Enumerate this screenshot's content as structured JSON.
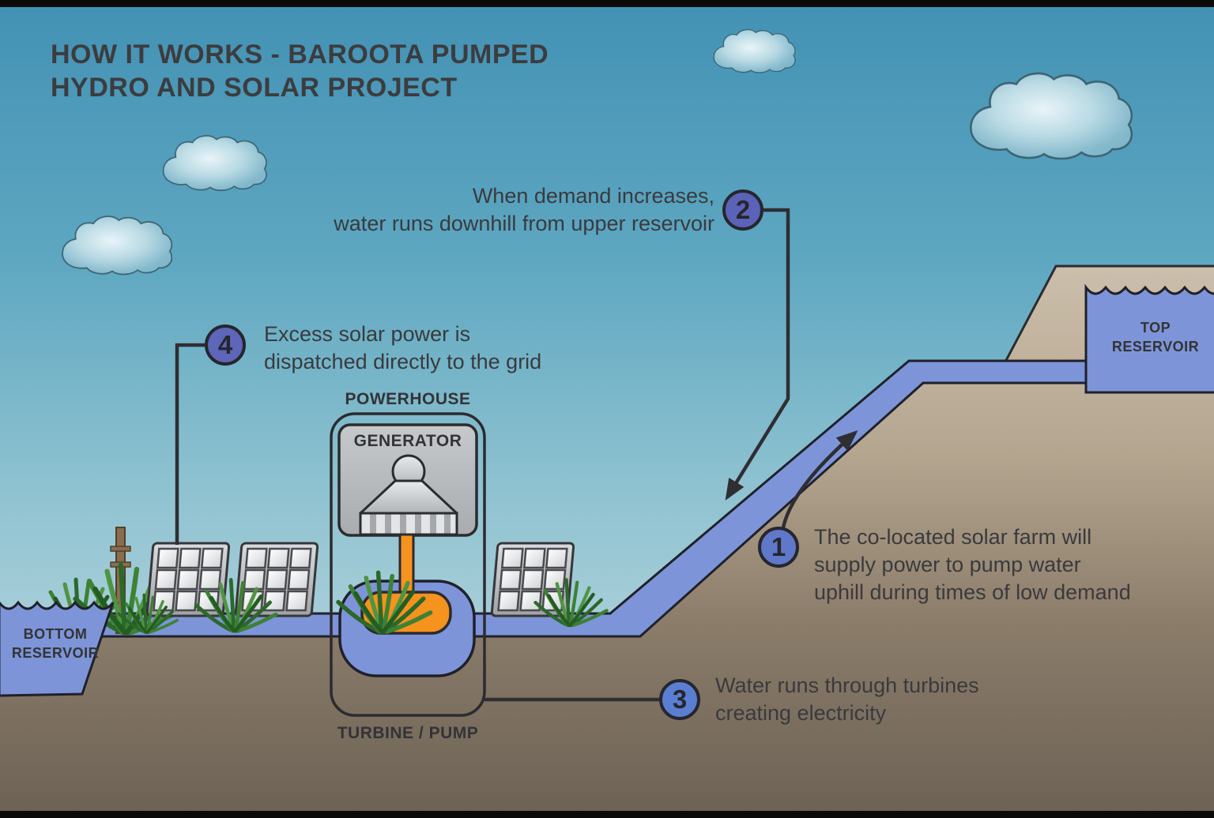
{
  "title": {
    "line1": "HOW IT WORKS - BAROOTA PUMPED",
    "line2": "HYDRO AND SOLAR PROJECT"
  },
  "callouts": {
    "c1": {
      "number": "1",
      "line1": "The co-located solar farm will",
      "line2": "supply power to pump water",
      "line3": "uphill during times of low demand"
    },
    "c2": {
      "number": "2",
      "line1": "When demand increases,",
      "line2": "water runs downhill from upper reservoir"
    },
    "c3": {
      "number": "3",
      "line1": "Water runs through turbines",
      "line2": "creating electricity"
    },
    "c4": {
      "number": "4",
      "line1": "Excess solar power is",
      "line2": "dispatched directly to the grid"
    }
  },
  "labels": {
    "powerhouse": "POWERHOUSE",
    "generator": "GENERATOR",
    "turbine_pump": "TURBINE / PUMP",
    "bottom_reservoir_line1": "BOTTOM",
    "bottom_reservoir_line2": "RESERVOIR",
    "top_reservoir_line1": "TOP",
    "top_reservoir_line2": "RESERVOIR"
  },
  "colors": {
    "sky_top": "#4291b4",
    "sky_bottom": "#abd0da",
    "water_blue": "#7d95d8",
    "terrain_top": "#ccbfab",
    "terrain_bottom": "#6b6154",
    "turbine_orange": "#f6921e",
    "outline_dark": "#2b2b30",
    "circle_1_fill": "#6078ca",
    "circle_2_fill": "#5a63b7",
    "circle_3_fill": "#5a7fd2",
    "circle_4_fill": "#5d66b9",
    "grass_green": "#3d8134"
  }
}
